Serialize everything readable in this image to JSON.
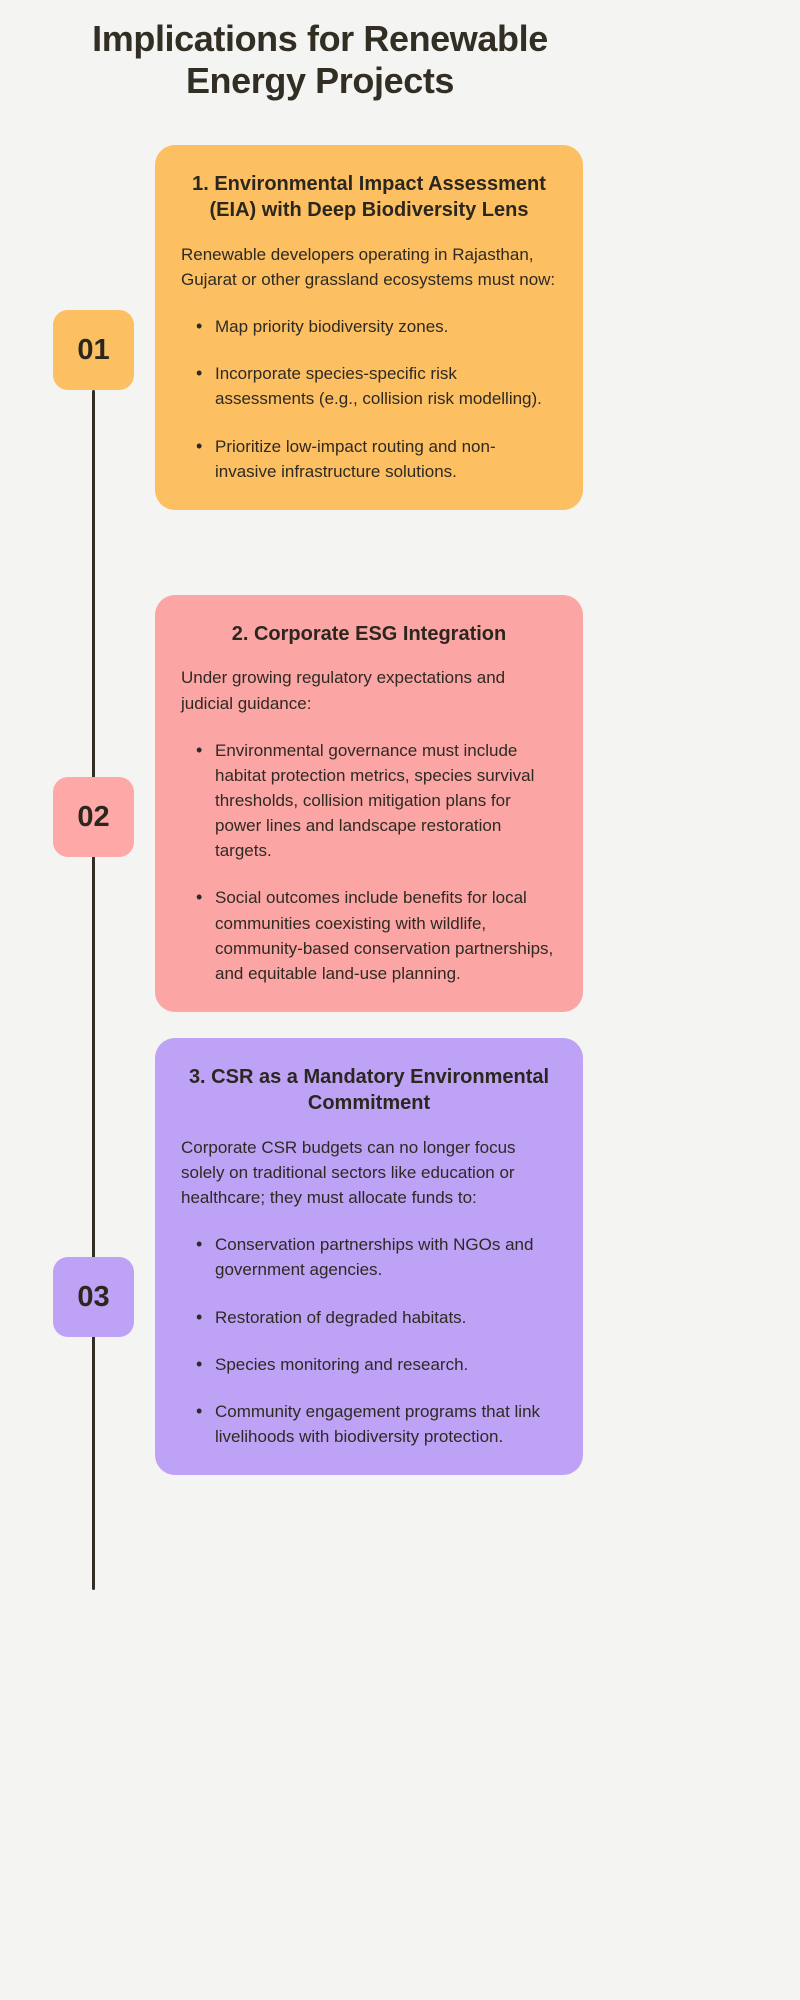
{
  "page": {
    "title": "Implications for Renewable Energy Projects",
    "background_color": "#f4f4f3",
    "text_color": "#2b271f",
    "timeline_color": "#332e24"
  },
  "timeline": {
    "markers": [
      {
        "number": "01",
        "color": "#fcbf62"
      },
      {
        "number": "02",
        "color": "#ffa8a8"
      },
      {
        "number": "03",
        "color": "#bda2f6"
      }
    ]
  },
  "cards": [
    {
      "number": "01",
      "color": "#fcbf62",
      "title": "1. Environmental Impact Assessment (EIA) with Deep Biodiversity Lens",
      "intro": "Renewable developers operating in Rajasthan, Gujarat or other grassland ecosystems must now:",
      "bullets": [
        "Map priority biodiversity zones.",
        "Incorporate species-specific risk assessments (e.g., collision risk modelling).",
        "Prioritize low-impact routing and non-invasive infrastructure solutions."
      ]
    },
    {
      "number": "02",
      "color": "#fba5a5",
      "title": "2. Corporate ESG Integration",
      "intro": "Under growing regulatory expectations and judicial guidance:",
      "bullets": [
        "Environmental governance must include habitat protection metrics, species survival thresholds, collision mitigation plans for power lines and landscape restoration targets.",
        "Social outcomes include benefits for local communities coexisting with wildlife, community-based conservation partnerships, and equitable land-use planning."
      ]
    },
    {
      "number": "03",
      "color": "#bda2f6",
      "title": "3. CSR as a Mandatory Environmental Commitment",
      "intro": "Corporate CSR budgets can no longer focus solely on traditional sectors like education or healthcare; they must allocate funds to:",
      "bullets": [
        "Conservation partnerships with NGOs and government agencies.",
        "Restoration of degraded habitats.",
        "Species monitoring and research.",
        "Community engagement programs that link livelihoods with biodiversity protection."
      ]
    }
  ]
}
